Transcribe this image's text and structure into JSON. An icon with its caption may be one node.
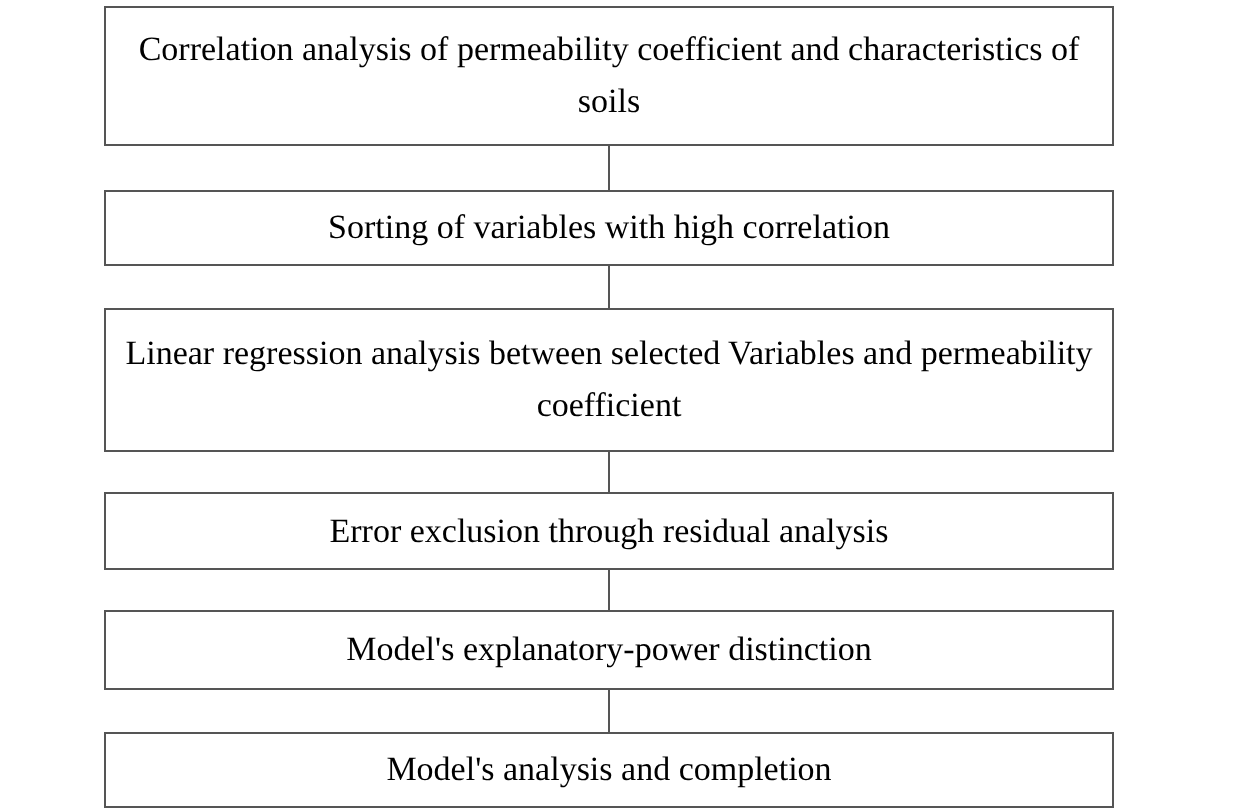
{
  "diagram": {
    "nodes": [
      {
        "text": [
          "Correlation analysis of permeability coefficient and characteristics of soils"
        ]
      },
      {
        "text": [
          "Sorting of variables with high correlation"
        ]
      },
      {
        "text": [
          "Linear regression analysis between selected Variables and permeability coefficient"
        ]
      },
      {
        "text": [
          "Error exclusion through residual analysis"
        ]
      },
      {
        "text": [
          "Model's explanatory-power distinction"
        ]
      },
      {
        "text": [
          "Model's analysis and completion"
        ]
      }
    ],
    "edges": [
      {
        "from": 0,
        "to": 1,
        "arrow": "none"
      },
      {
        "from": 1,
        "to": 2,
        "arrow": "none"
      },
      {
        "from": 2,
        "to": 3,
        "arrow": "none"
      },
      {
        "from": 3,
        "to": 4,
        "arrow": "none"
      },
      {
        "from": 4,
        "to": 5,
        "arrow": "none"
      }
    ]
  }
}
